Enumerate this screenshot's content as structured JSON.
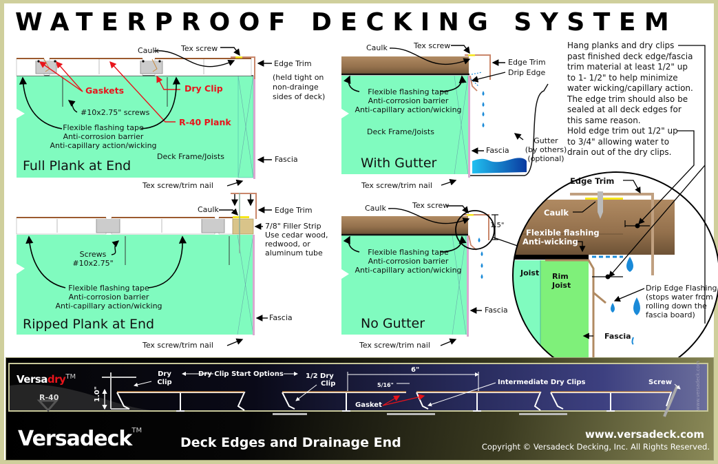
{
  "title": "WATERPROOF DECKING SYSTEM",
  "colors": {
    "frame": "#cfcf9c",
    "joist_fill": "#80fbbf",
    "rim_joist_fill": "#7ff07a",
    "plank_brown": "#9b7450",
    "trim_copper": "#c9866a",
    "caulk_yellow": "#f5e61a",
    "callout_red": "#e8141b",
    "water_blue": "#1a8ad8",
    "filler_wood": "#d9c48a"
  },
  "panels": {
    "full_plank": {
      "heading": "Full Plank at End",
      "labels": {
        "caulk": "Caulk",
        "tex_screw": "Tex screw",
        "edge_trim": "Edge Trim",
        "edge_trim_note": "(held tight on\nnon-drainge\nsides of deck)",
        "gaskets": "Gaskets",
        "dry_clip": "Dry Clip",
        "screws": "#10x2.75\" screws",
        "r40_plank": "R-40 Plank",
        "flashing_1": "Flexible flashing tape",
        "flashing_2": "Anti-corrosion barrier",
        "flashing_3": "Anti-capillary action/wicking",
        "frame": "Deck Frame/Joists",
        "fascia": "Fascia",
        "tex_screw_nail": "Tex screw/trim nail"
      }
    },
    "with_gutter": {
      "heading": "With Gutter",
      "labels": {
        "caulk": "Caulk",
        "tex_screw": "Tex screw",
        "edge_trim": "Edge Trim",
        "drip_edge": "Drip Edge",
        "flashing_1": "Flexible flashing tape",
        "flashing_2": "Anti-corrosion barrier",
        "flashing_3": "Anti-capillary action/wicking",
        "frame": "Deck Frame/Joists",
        "gutter_1": "Gutter",
        "gutter_2": "(by others)",
        "gutter_3": "(optional)",
        "fascia": "Fascia",
        "tex_screw_nail": "Tex screw/trim nail"
      }
    },
    "ripped_plank": {
      "heading": "Ripped Plank at End",
      "labels": {
        "caulk": "Caulk",
        "edge_trim": "Edge Trim",
        "filler_1": "7/8\" Filler Strip",
        "filler_2": "Use cedar wood,",
        "filler_3": "redwood, or",
        "filler_4": "aluminum tube",
        "screws_1": "Screws",
        "screws_2": "#10x2.75\"",
        "flashing_1": "Flexible flashing tape",
        "flashing_2": "Anti-corrosion barrier",
        "flashing_3": "Anti-capillary action/wicking",
        "fascia": "Fascia",
        "tex_screw_nail": "Tex screw/trim nail"
      }
    },
    "no_gutter": {
      "heading": "No Gutter",
      "labels": {
        "caulk": "Caulk",
        "tex_screw": "Tex screw",
        "dimension": "1.5\"",
        "flashing_1": "Flexible flashing tape",
        "flashing_2": "Anti-corrosion barrier",
        "flashing_3": "Anti-capillary action/wicking",
        "fascia": "Fascia",
        "tex_screw_nail": "Tex screw/trim nail"
      }
    }
  },
  "notes": {
    "note1": "Hang planks and dry clips\npast finished deck edge/fascia\ntrim material at least 1/2\" up\nto 1- 1/2\" to help minimize\nwater wicking/capillary action.\nThe edge trim should also be\nsealed at all deck edges for\nthis same reason.",
    "note2": "Hold edge trim out 1/2\" up\nto 3/4\" allowing water to\ndrain out of the dry clips."
  },
  "detail": {
    "edge_trim": "Edge Trim",
    "caulk": "Caulk",
    "flexible_flashing": "Flexible flashing",
    "anti_wicking": "Anti-wicking",
    "joist": "Joist",
    "rim_joist_1": "Rim",
    "rim_joist_2": "Joist",
    "drip_edge_1": "Drip Edge Flashing",
    "drip_edge_2": "(stops water from",
    "drip_edge_3": "rolling down the",
    "drip_edge_4": "fascia board)",
    "fascia": "Fascia"
  },
  "banner": {
    "versadry_a": "Versa",
    "versadry_b": "dry",
    "tm": "TM",
    "r40": "R-40",
    "height_dim": "1.0\"",
    "dry_clip_1": "Dry",
    "dry_clip_2": "Clip",
    "start_options": "Dry Clip Start Options",
    "half_clip_1": "1/2 Dry",
    "half_clip_2": "Clip",
    "six_inch": "6\"",
    "five_sixteenths": "5/16\"",
    "gasket": "Gasket",
    "intermediate": "Intermediate Dry Clips",
    "screw": "Screw",
    "side_url": "www.versadeck.com",
    "brand": "Versadeck",
    "subtitle": "Deck Edges and Drainage End",
    "url": "www.versadeck.com",
    "copyright": "Copyright © Versadeck Decking, Inc. All Rights Reserved."
  }
}
